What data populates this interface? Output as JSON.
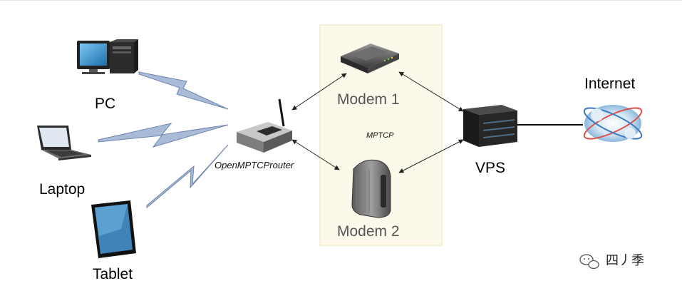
{
  "nodes": {
    "pc": "PC",
    "laptop": "Laptop",
    "tablet": "Tablet",
    "router": "OpenMPTCProuter",
    "modem1": "Modem 1",
    "modem2": "Modem 2",
    "mptcp": "MPTCP",
    "vps": "VPS",
    "internet": "Internet"
  },
  "watermark": "四丿季",
  "colors": {
    "mptcp_box_fill": "#fdf9ea",
    "mptcp_box_border": "#efe0b4",
    "wireless_bolt": "#a9bbd7",
    "wireless_bolt_edge": "#6d85ad"
  }
}
